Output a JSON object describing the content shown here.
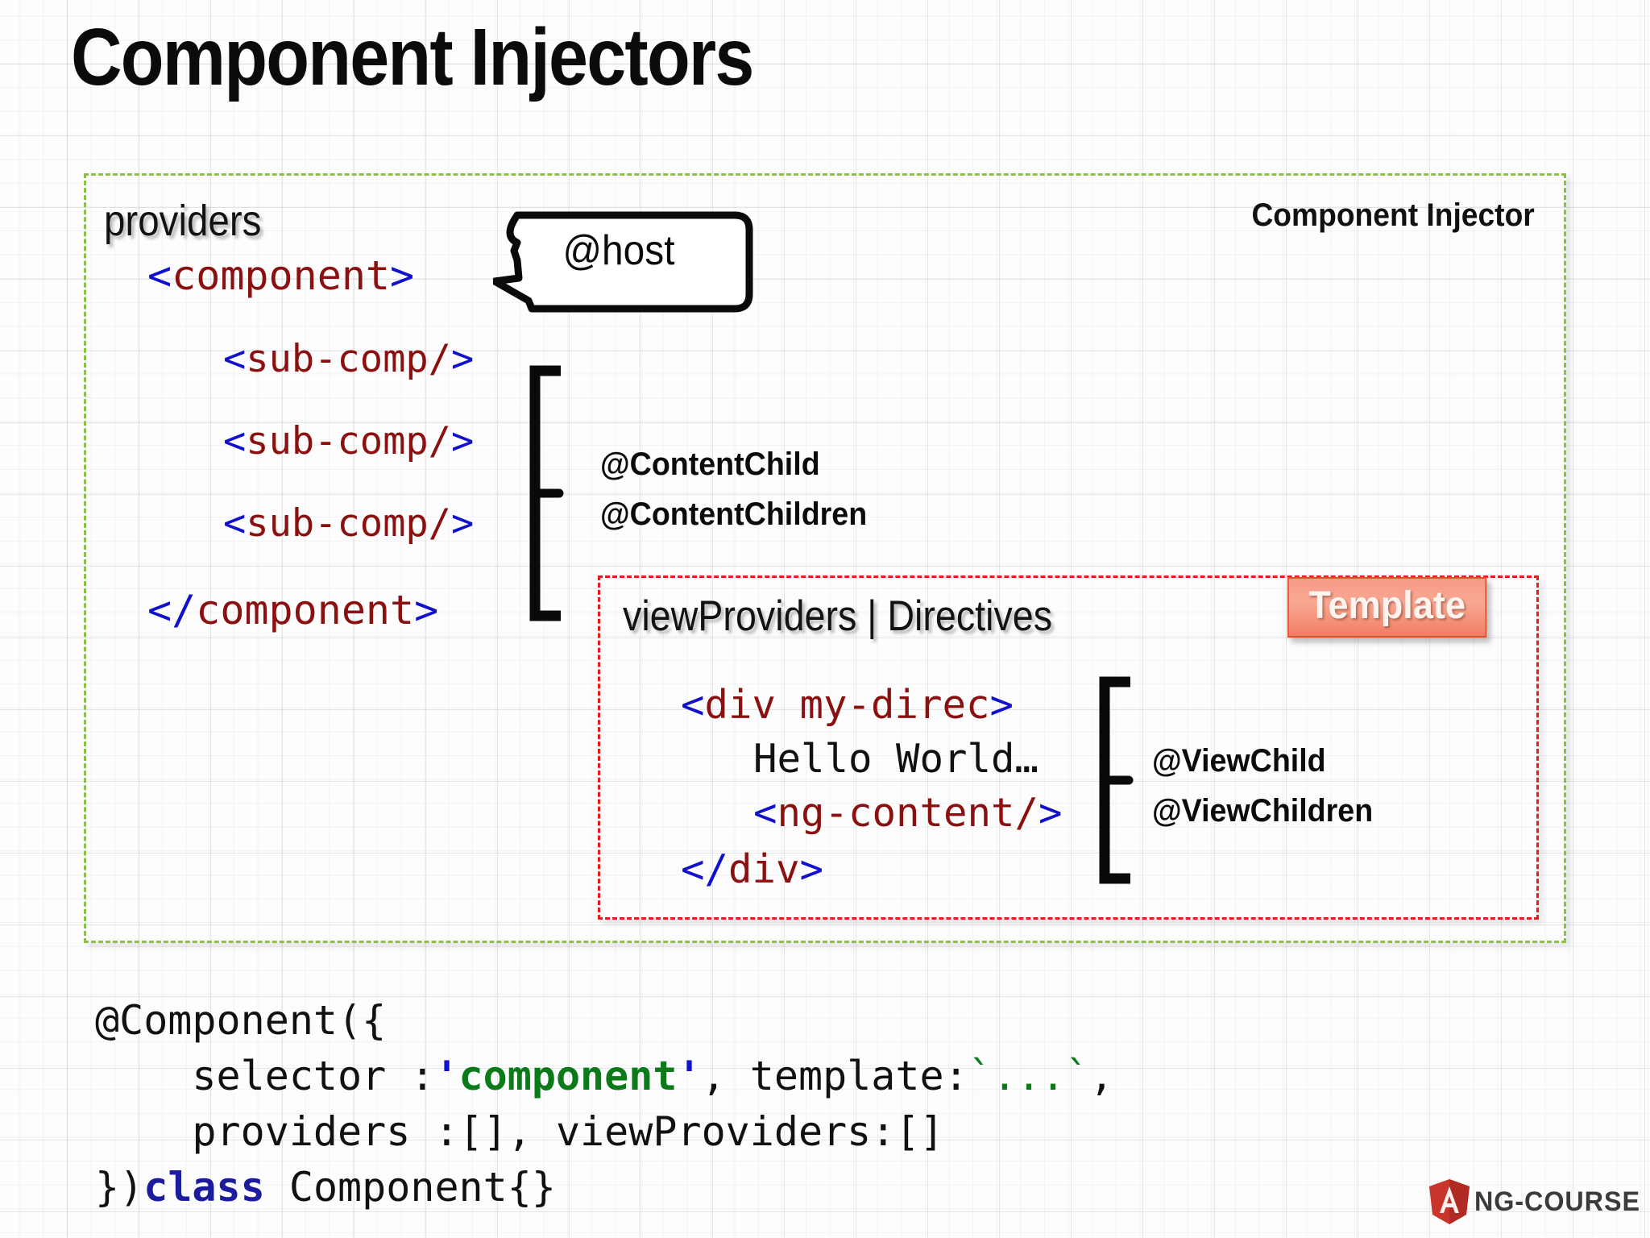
{
  "title": "Component Injectors",
  "component_injector_box": {
    "label": "Component Injector",
    "providers_label": "providers",
    "border_color": "#8cc04a",
    "code": {
      "component_open": {
        "open_bracket": "<",
        "name": "component",
        "close_bracket": ">"
      },
      "component_close": {
        "open_bracket": "</",
        "name": "component",
        "close_bracket": ">"
      },
      "sub_components": [
        {
          "open_bracket": "<",
          "name": "sub-comp/",
          "close_bracket": ">"
        },
        {
          "open_bracket": "<",
          "name": "sub-comp/",
          "close_bracket": ">"
        },
        {
          "open_bracket": "<",
          "name": "sub-comp/",
          "close_bracket": ">"
        }
      ]
    },
    "host_bubble": {
      "label": "@host"
    },
    "content_child": {
      "line1": "@ContentChild",
      "line2": "@ContentChildren"
    }
  },
  "template_box": {
    "badge": "Template",
    "badge_color": "#f18a72",
    "border_color": "#e81a1a",
    "label": "viewProviders | Directives",
    "code": {
      "div_open": {
        "open_bracket": "<",
        "name": "div my-direc",
        "close_bracket": ">"
      },
      "text": "Hello World…",
      "ng_content": {
        "open_bracket": "<",
        "name": "ng-content/",
        "close_bracket": ">"
      },
      "div_close": {
        "open_bracket": "</",
        "name": "div",
        "close_bracket": ">"
      }
    },
    "view_child": {
      "line1": "@ViewChild",
      "line2": "@ViewChildren"
    }
  },
  "decorator_code": {
    "line1": "@Component({",
    "line2_a": "    selector :",
    "line2_quote_open": "'",
    "line2_selector": "component",
    "line2_quote_close": "'",
    "line2_b": ", template:",
    "line2_tick_open": "`",
    "line2_dots": "...",
    "line2_tick_close": "`",
    "line2_c": ",",
    "line3": "    providers :[], viewProviders:[]",
    "line4_a": "})",
    "line4_kw": "class",
    "line4_b": " Component{}"
  },
  "logo": {
    "mark": "A",
    "text": "NG-COURSE",
    "color": "#c9342b"
  }
}
